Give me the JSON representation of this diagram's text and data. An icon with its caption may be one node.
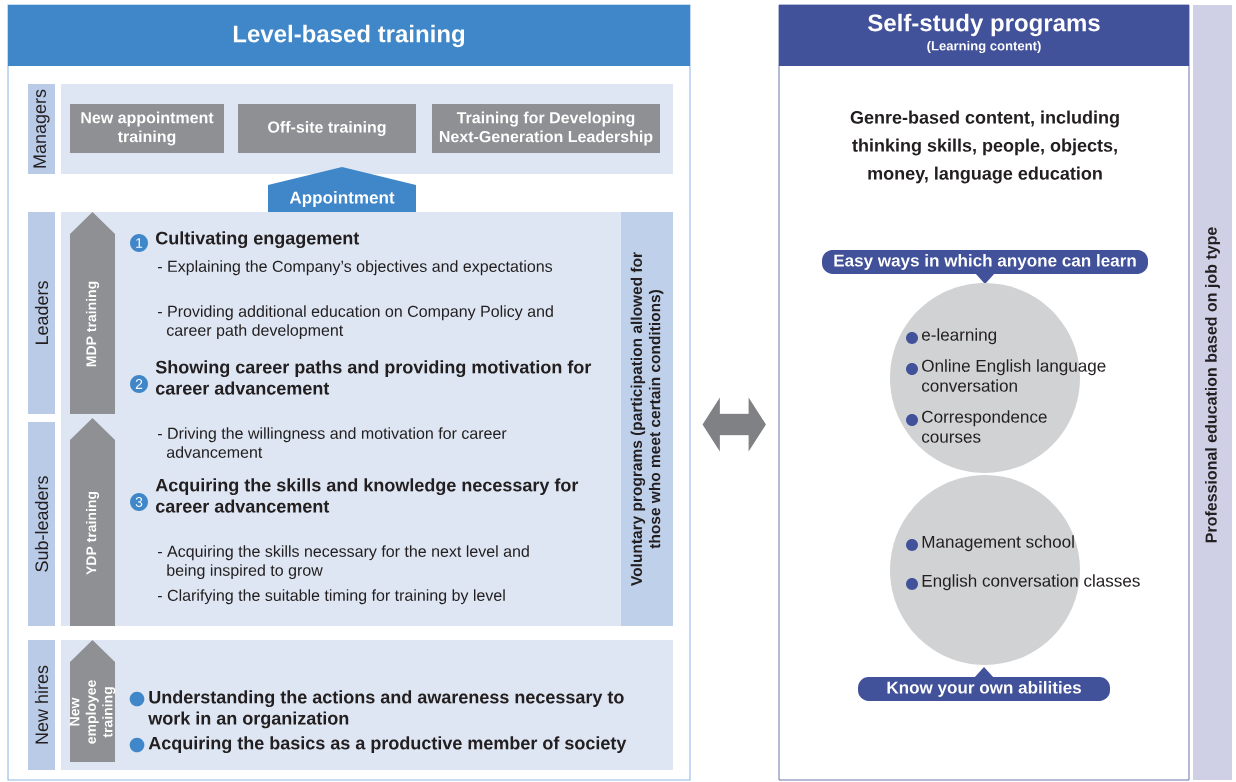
{
  "diagram": {
    "nodes": [
      {
        "text": [
          "Level-based training"
        ]
      },
      {
        "text": [
          "Managers"
        ],
        "in": 0
      },
      {
        "text": [
          "New appointment training"
        ],
        "in": 1
      },
      {
        "text": [
          "Off-site training"
        ],
        "in": 1
      },
      {
        "text": [
          "Training for Developing Next-Generation Leadership"
        ],
        "in": 1
      },
      {
        "text": [
          "Appointment"
        ],
        "in": 0
      },
      {
        "text": [
          "Leaders"
        ],
        "in": 0
      },
      {
        "text": [
          "Sub-leaders"
        ],
        "in": 0
      },
      {
        "text": [
          "Cultivating engagement",
          "- Explaining the Company’s objectives and expectations",
          "- Providing additional education on Company Policy and career path development",
          "Showing career paths and providing motivation for career advancement",
          "- Driving the willingness and motivation for career advancement",
          "Acquiring the skills and knowledge necessary for career advancement",
          "- Acquiring the skills necessary for the next level and being inspired to grow",
          "- Clarifying the suitable timing for training by level"
        ],
        "in": 0
      },
      {
        "text": [
          "MDP training"
        ],
        "in": 8
      },
      {
        "text": [
          "YDP training"
        ],
        "in": 8
      },
      {
        "text": [
          "Voluntary programs (participation allowed for those who meet certain conditions)"
        ],
        "in": 0
      },
      {
        "text": [
          "New hires",
          "Understanding the actions and awareness necessary to work in an organization",
          "Acquiring the basics as a productive member of society"
        ],
        "in": 0
      },
      {
        "text": [
          "New employee training"
        ],
        "in": 12
      },
      {
        "text": [
          "Self-study programs",
          "(Learning content)",
          "Genre-based content, including thinking skills, people, objects, money, language education"
        ]
      },
      {
        "text": [
          "Easy ways in which anyone can learn"
        ],
        "in": 14
      },
      {
        "text": [
          "e-learning",
          "Online English language conversation",
          "Correspondence courses"
        ],
        "in": 14
      },
      {
        "text": [
          "Management school",
          "English conversation classes"
        ],
        "in": 14
      },
      {
        "text": [
          "Know your own abilities"
        ],
        "in": 14
      },
      {
        "text": [
          "Professional education based on job type"
        ]
      }
    ],
    "edges": [
      {
        "from": 0,
        "to": 14,
        "arrow": "both"
      }
    ],
    "labels": [
      "1",
      "2",
      "3"
    ]
  }
}
